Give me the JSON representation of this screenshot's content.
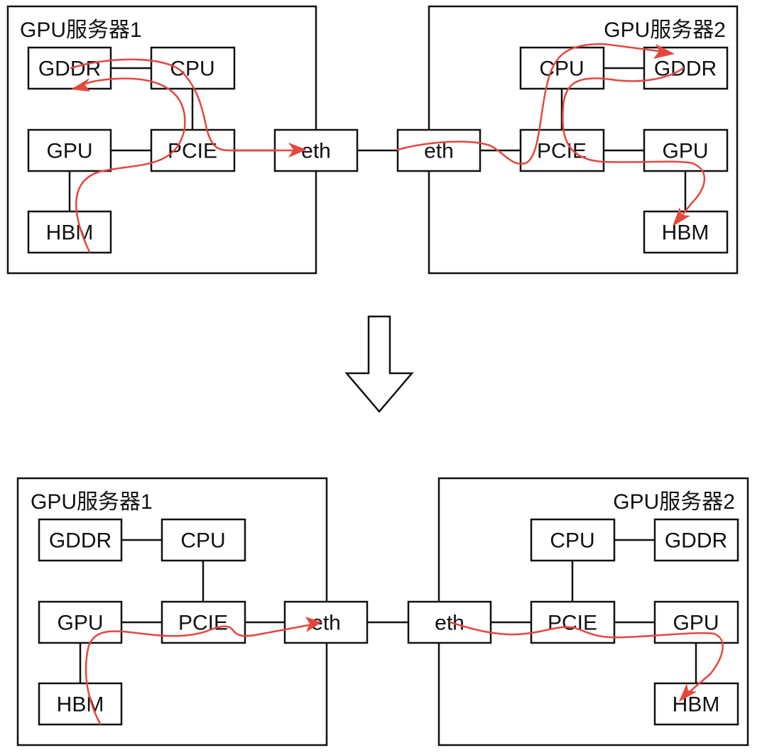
{
  "colors": {
    "line": "#111111",
    "data_path": "#e5473d",
    "background": "#ffffff"
  },
  "transition_arrow": {
    "icon": "down-arrow-icon",
    "meaning": "before-to-after"
  },
  "diagrams": [
    {
      "id": "before",
      "servers": [
        {
          "id": "server1",
          "title": "GPU服务器1",
          "title_align": "left",
          "nodes": {
            "gddr": "GDDR",
            "cpu": "CPU",
            "gpu": "GPU",
            "pcie": "PCIE",
            "hbm": "HBM",
            "eth": "eth"
          }
        },
        {
          "id": "server2",
          "title": "GPU服务器2",
          "title_align": "right",
          "nodes": {
            "gddr": "GDDR",
            "cpu": "CPU",
            "gpu": "GPU",
            "pcie": "PCIE",
            "hbm": "HBM",
            "eth": "eth"
          }
        }
      ],
      "data_path": {
        "description": "HBM → GPU → PCIE → CPU → GDDR → CPU → PCIE → eth → eth → PCIE → CPU → GDDR → CPU → PCIE → GPU → HBM",
        "hops": [
          "HBM",
          "GPU",
          "PCIE",
          "CPU",
          "GDDR",
          "CPU",
          "PCIE",
          "eth",
          "eth",
          "PCIE",
          "CPU",
          "GDDR",
          "CPU",
          "PCIE",
          "GPU",
          "HBM"
        ]
      }
    },
    {
      "id": "after",
      "servers": [
        {
          "id": "server1",
          "title": "GPU服务器1",
          "title_align": "left",
          "nodes": {
            "gddr": "GDDR",
            "cpu": "CPU",
            "gpu": "GPU",
            "pcie": "PCIE",
            "hbm": "HBM",
            "eth": "eth"
          }
        },
        {
          "id": "server2",
          "title": "GPU服务器2",
          "title_align": "right",
          "nodes": {
            "gddr": "GDDR",
            "cpu": "CPU",
            "gpu": "GPU",
            "pcie": "PCIE",
            "hbm": "HBM",
            "eth": "eth"
          }
        }
      ],
      "data_path": {
        "description": "HBM → GPU → PCIE → eth → eth → PCIE → GPU → HBM",
        "hops": [
          "HBM",
          "GPU",
          "PCIE",
          "eth",
          "eth",
          "PCIE",
          "GPU",
          "HBM"
        ]
      }
    }
  ]
}
